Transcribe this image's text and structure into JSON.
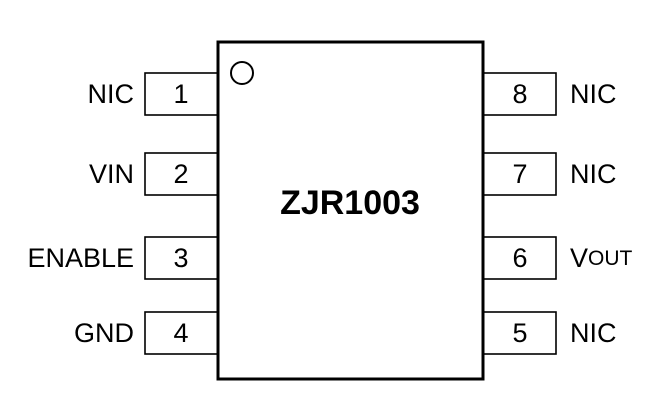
{
  "chip": {
    "part_name": "ZJR1003"
  },
  "pins_left": [
    {
      "number": "1",
      "name": "NIC"
    },
    {
      "number": "2",
      "name": "VIN"
    },
    {
      "number": "3",
      "name": "ENABLE"
    },
    {
      "number": "4",
      "name": "GND"
    }
  ],
  "pins_right": [
    {
      "number": "8",
      "name": "NIC"
    },
    {
      "number": "7",
      "name": "NIC"
    },
    {
      "number": "6",
      "name_first": "V",
      "name_rest": "OUT"
    },
    {
      "number": "5",
      "name": "NIC"
    }
  ]
}
